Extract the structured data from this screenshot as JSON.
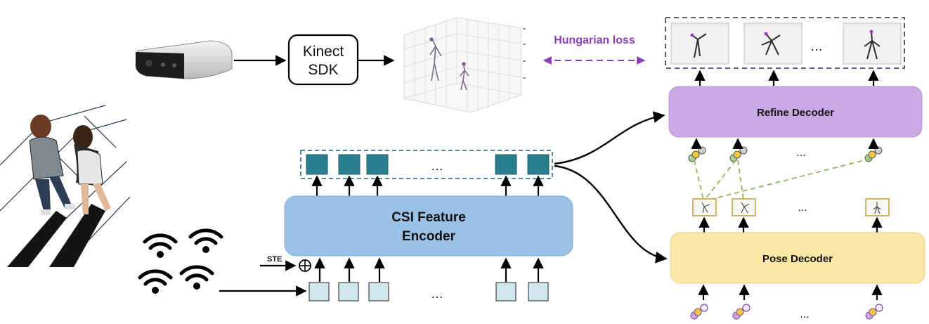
{
  "kinect_box": {
    "line1": "Kinect",
    "line2": "SDK"
  },
  "loss_label": "Hungarian loss",
  "encoder": {
    "line1": "CSI Feature",
    "line2": "Encoder"
  },
  "ste_label": "STE",
  "refine_decoder": {
    "label": "Refine Decoder"
  },
  "pose_decoder": {
    "label": "Pose Decoder"
  },
  "ellipsis": "...",
  "ellipsis_unicode": "…",
  "colors": {
    "encoder_fill": "#9cc1e6",
    "refine_fill": "#c9a8e4",
    "pose_fill": "#fbe7a6",
    "token_fill": "#2a7f8f",
    "input_fill": "#cfe6ee",
    "loss_color": "#8a3fb8",
    "dashed_teal": "#3a7d86",
    "dashed_green": "#8db75a"
  },
  "icons": [
    "depth-camera-icon",
    "wifi-icon",
    "walking-people-illustration",
    "skeleton-3d-plot",
    "skeleton-thumbnail"
  ]
}
